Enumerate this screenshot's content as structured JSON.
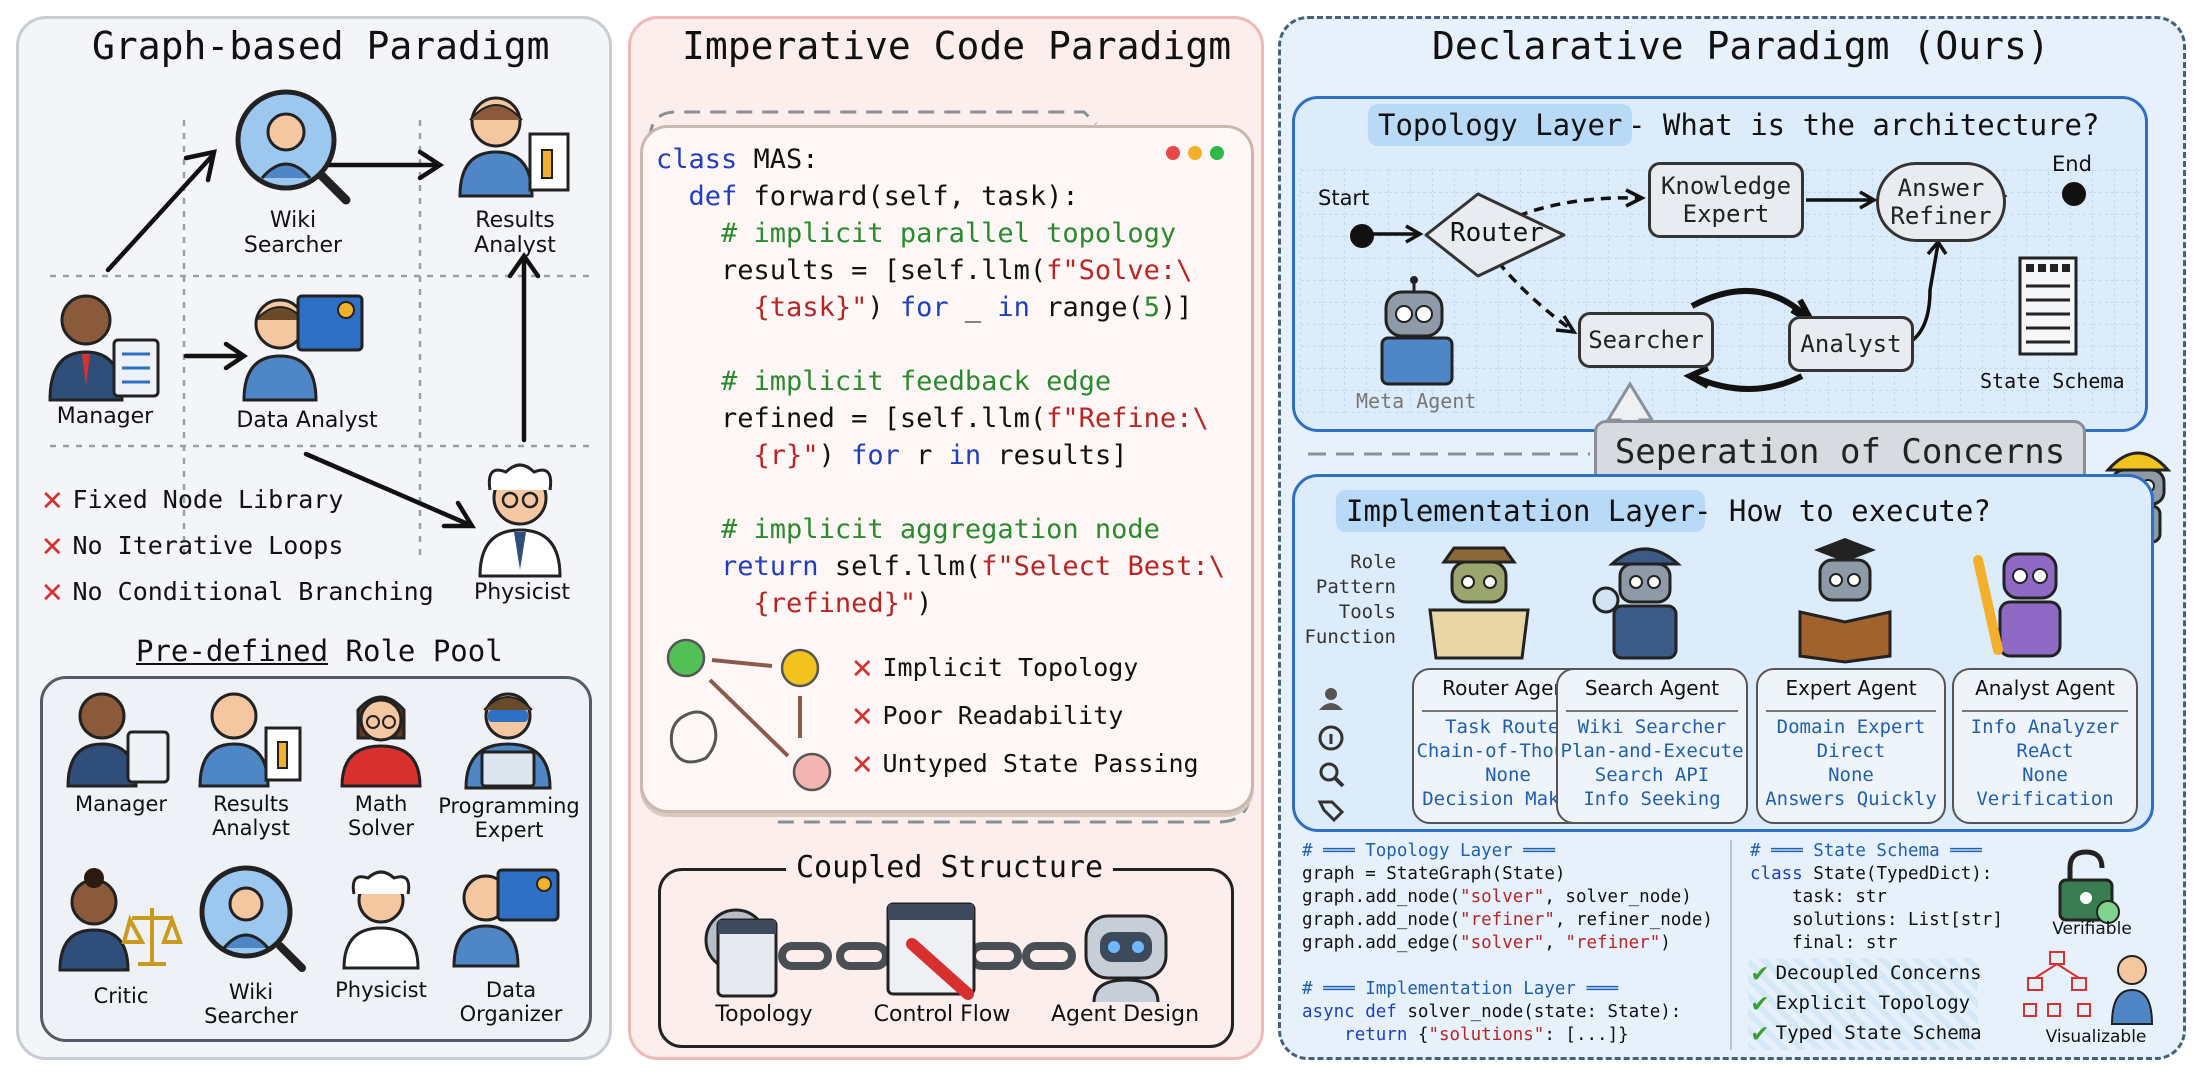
{
  "panel_graph": {
    "title": "Graph-based Paradigm",
    "agents": {
      "wiki_searcher": "Wiki\nSearcher",
      "results_analyst": "Results\nAnalyst",
      "manager": "Manager",
      "data_analyst": "Data Analyst",
      "physicist": "Physicist"
    },
    "limitations": [
      "Fixed Node Library",
      "No Iterative Loops",
      "No Conditional Branching"
    ],
    "role_pool": {
      "title_underlined": "Pre-defined",
      "title_rest": " Role Pool",
      "roles": [
        "Manager",
        "Results\nAnalyst",
        "Math\nSolver",
        "Programming\nExpert",
        "Critic",
        "Wiki\nSearcher",
        "Physicist",
        "Data\nOrganizer"
      ]
    }
  },
  "panel_imperative": {
    "title": "Imperative Code Paradigm",
    "code": {
      "l1_kw": "class",
      "l1_rest": " MAS:",
      "l2_kw": "def",
      "l2_rest": " forward(self, task):",
      "c1": "# implicit parallel topology",
      "l3": "results = [self.llm(",
      "l3_str": "f\"Solve:\\",
      "l4_str": "{task}\"",
      "l4_a": ") ",
      "l4_kw1": "for",
      "l4_b": " _ ",
      "l4_kw2": "in",
      "l4_c": " range(",
      "l4_num": "5",
      "l4_d": ")]",
      "c2": "# implicit feedback edge",
      "l5": "refined = [self.llm(",
      "l5_str": "f\"Refine:\\",
      "l6_str": "{r}\"",
      "l6_a": ") ",
      "l6_kw1": "for",
      "l6_b": " r ",
      "l6_kw2": "in",
      "l6_c": " results]",
      "c3": "# implicit aggregation node",
      "l7_kw": "return",
      "l7_a": " self.llm(",
      "l7_str": "f\"Select Best:\\",
      "l8_str": "{refined}\"",
      "l8_a": ")"
    },
    "issues": [
      "Implicit Topology",
      "Poor Readability",
      "Untyped State Passing"
    ],
    "coupled": {
      "title": "Coupled Structure",
      "items": [
        "Topology",
        "Control Flow",
        "Agent Design"
      ]
    },
    "window_dot_colors": [
      "#e8474a",
      "#f2b02c",
      "#2fb84a"
    ]
  },
  "panel_declarative": {
    "title": "Declarative Paradigm (Ours)",
    "topology": {
      "highlight": "Topology Layer",
      "rest": " - What is the architecture?",
      "start": "Start",
      "end": "End",
      "nodes": {
        "router": "Router",
        "knowledge": "Knowledge\nExpert",
        "answer": "Answer\nRefiner",
        "searcher": "Searcher",
        "analyst": "Analyst"
      },
      "meta_agent": "Meta Agent",
      "state_schema": "State Schema"
    },
    "soc": "Seperation of Concerns",
    "implementation": {
      "highlight": "Implementation Layer",
      "rest": " - How to execute?",
      "row_labels": [
        "Role",
        "Pattern",
        "Tools",
        "Function"
      ],
      "agents": [
        {
          "name": "Router Agent",
          "rows": [
            "Task Router",
            "Chain-of-Thought",
            "None",
            "Decision Making"
          ]
        },
        {
          "name": "Search Agent",
          "rows": [
            "Wiki Searcher",
            "Plan-and-Execute",
            "Search API",
            "Info Seeking"
          ]
        },
        {
          "name": "Expert Agent",
          "rows": [
            "Domain Expert",
            "Direct",
            "None",
            "Answers Quickly"
          ]
        },
        {
          "name": "Analyst Agent",
          "rows": [
            "Info Analyzer",
            "ReAct",
            "None",
            "Verification"
          ]
        }
      ]
    },
    "code_left": {
      "h1": "# ═══ Topology Layer ═══",
      "l1": "graph = StateGraph(State)",
      "l2a": "graph.add_node(",
      "l2s": "\"solver\"",
      "l2b": ", solver_node)",
      "l3a": "graph.add_node(",
      "l3s": "\"refiner\"",
      "l3b": ", refiner_node)",
      "l4a": "graph.add_edge(",
      "l4s1": "\"solver\"",
      "l4b": ", ",
      "l4s2": "\"refiner\"",
      "l4c": ")",
      "h2": "# ═══ Implementation Layer ═══",
      "l5kw1": "async",
      "l5kw2": "def",
      "l5b": " solver_node(state: State):",
      "l6kw": "return",
      "l6a": " {",
      "l6s": "\"solutions\"",
      "l6b": ": [...]}"
    },
    "code_right": {
      "h": "# ═══ State Schema ═══",
      "l1kw": "class",
      "l1": " State(TypedDict):",
      "l2": "    task: str",
      "l3": "    solutions: List[str]",
      "l4": "    final: str"
    },
    "benefits": [
      "Decoupled Concerns",
      "Explicit Topology",
      "Typed State Schema"
    ],
    "verifiable": "Verifiable",
    "visualizable": "Visualizable"
  },
  "colors": {
    "keyword_blue": "#1f3fc0",
    "comment_green": "#2a8a2e",
    "string_red": "#b82525",
    "cross_red": "#d8302e",
    "check_green": "#3aa12c",
    "layer_blue": "#2f6fc4"
  },
  "icons": [
    "cross-icon",
    "check-icon",
    "robot-icon",
    "lock-icon",
    "gear-icon",
    "wrench-icon",
    "chain-icon",
    "person-icon",
    "magnifier-icon",
    "tag-icon",
    "info-icon",
    "flowchart-icon"
  ]
}
